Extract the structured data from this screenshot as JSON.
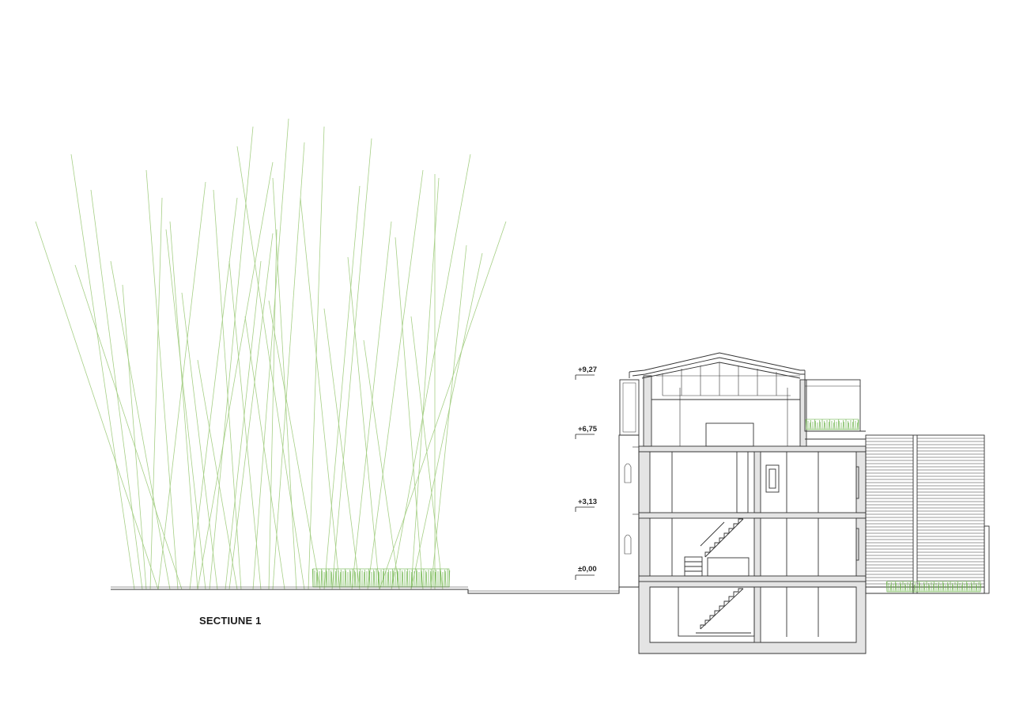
{
  "title": "SECTIUNE 1",
  "levels": [
    {
      "label": "+9,27"
    },
    {
      "label": "+6,75"
    },
    {
      "label": "+3,13"
    },
    {
      "label": "±0,00"
    }
  ],
  "colors": {
    "line": "#333333",
    "thin_line": "#555555",
    "cut_fill": "#e4e4e4",
    "vegetation": "#9fca7a",
    "grass": "#5fae3f",
    "background": "#ffffff"
  }
}
